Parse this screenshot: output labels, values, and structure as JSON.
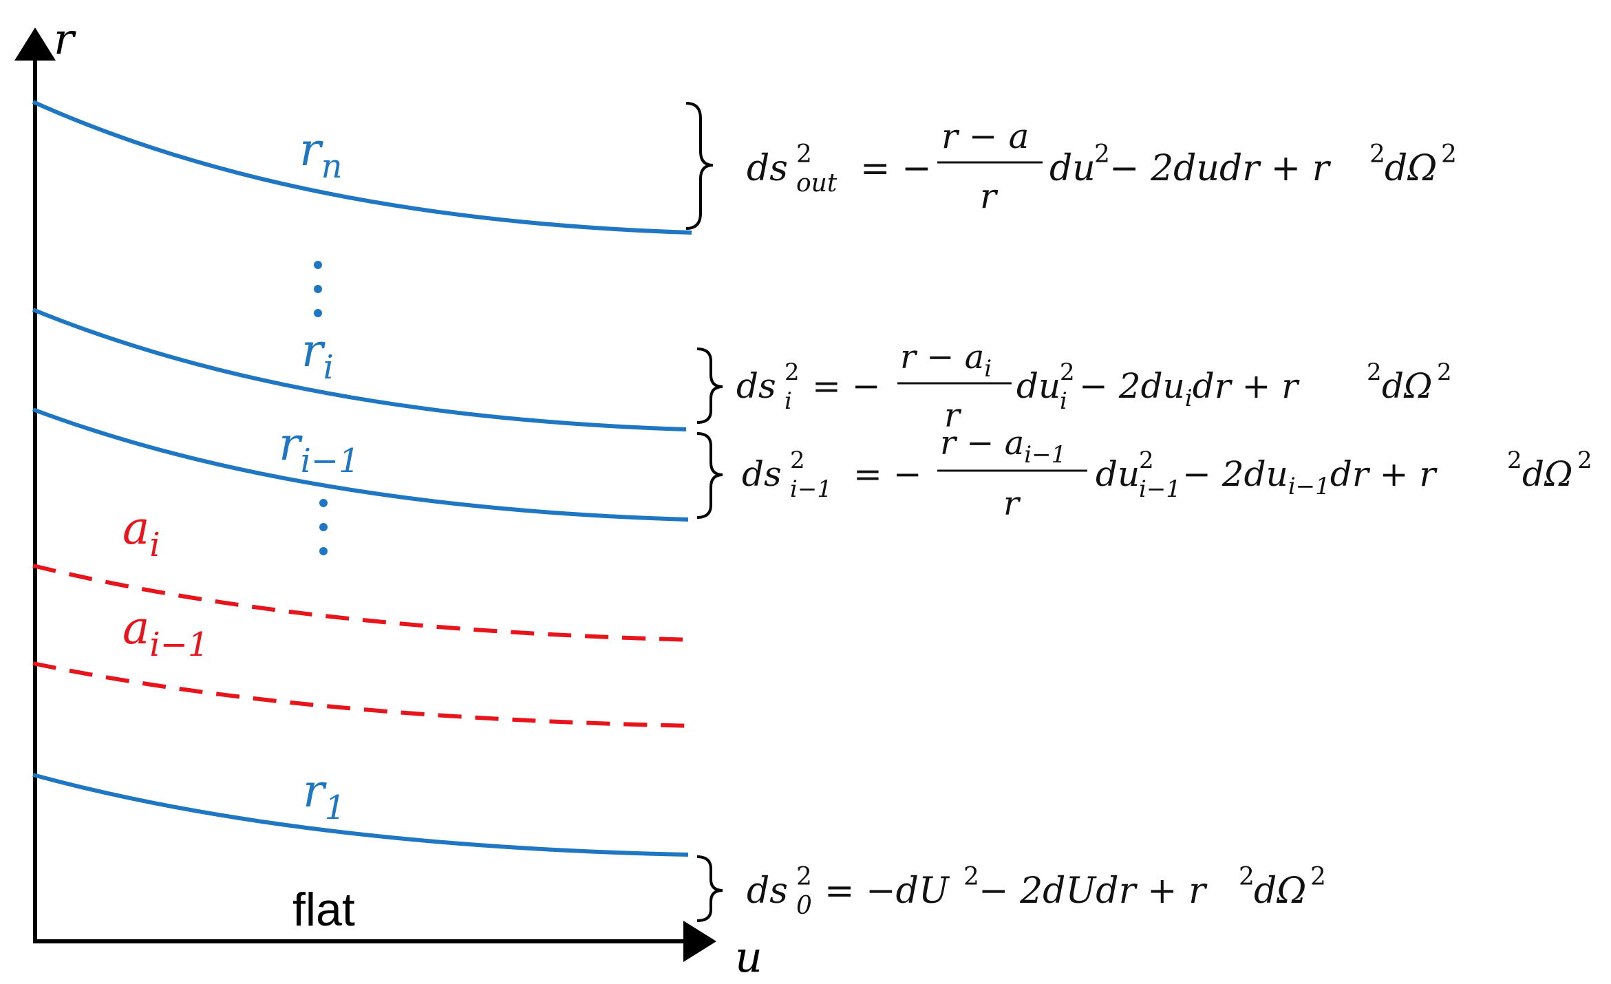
{
  "axes": {
    "y_label": "r",
    "x_label": "u"
  },
  "region_labels": {
    "flat": "flat"
  },
  "colors": {
    "shell": "#1f77c4",
    "horizon": "#e8141c",
    "axis": "#000000"
  },
  "shell_labels": {
    "rn": {
      "base": "r",
      "sub": "n"
    },
    "ri": {
      "base": "r",
      "sub": "i"
    },
    "ri1": {
      "base": "r",
      "sub": "i−1"
    },
    "r1": {
      "base": "r",
      "sub": "1"
    }
  },
  "horizon_labels": {
    "ai": {
      "base": "a",
      "sub": "i"
    },
    "ai1": {
      "base": "a",
      "sub": "i−1"
    }
  },
  "equations": {
    "out": {
      "lhs_base": "ds",
      "lhs_sup": "2",
      "lhs_sub": "out",
      "eq": "= −",
      "numerator": "r − a",
      "denominator": "r",
      "term1": "du",
      "term1_sup": "2",
      "rest_a": " − 2dudr + r",
      "rest_sup": "2",
      "rest_b": "dΩ",
      "rest_sup2": "2"
    },
    "i": {
      "lhs_base": "ds",
      "lhs_sup": "2",
      "lhs_sub": "i",
      "eq": "= −",
      "num_base": "r − a",
      "num_sub": "i",
      "denominator": "r",
      "term1": "du",
      "term1_sup": "2",
      "term1_sub": "i",
      "rest_a": " − 2du",
      "rest_a_sub": "i",
      "rest_b": "dr + r",
      "rest_sup": "2",
      "rest_c": "dΩ",
      "rest_sup2": "2"
    },
    "i1": {
      "lhs_base": "ds",
      "lhs_sup": "2",
      "lhs_sub": "i−1",
      "eq": "= −",
      "num_base": "r − a",
      "num_sub": "i−1",
      "denominator": "r",
      "term1": "du",
      "term1_sup": "2",
      "term1_sub": "i−1",
      "rest_a": " − 2du",
      "rest_a_sub": "i−1",
      "rest_b": "dr + r",
      "rest_sup": "2",
      "rest_c": "dΩ",
      "rest_sup2": "2"
    },
    "zero": {
      "lhs_base": "ds",
      "lhs_sup": "2",
      "lhs_sub": "0",
      "rhs_a": "= −dU",
      "rhs_sup": "2",
      "rhs_b": " − 2dUdr + r",
      "rhs_sup2": "2",
      "rhs_c": "dΩ",
      "rhs_sup3": "2"
    }
  }
}
